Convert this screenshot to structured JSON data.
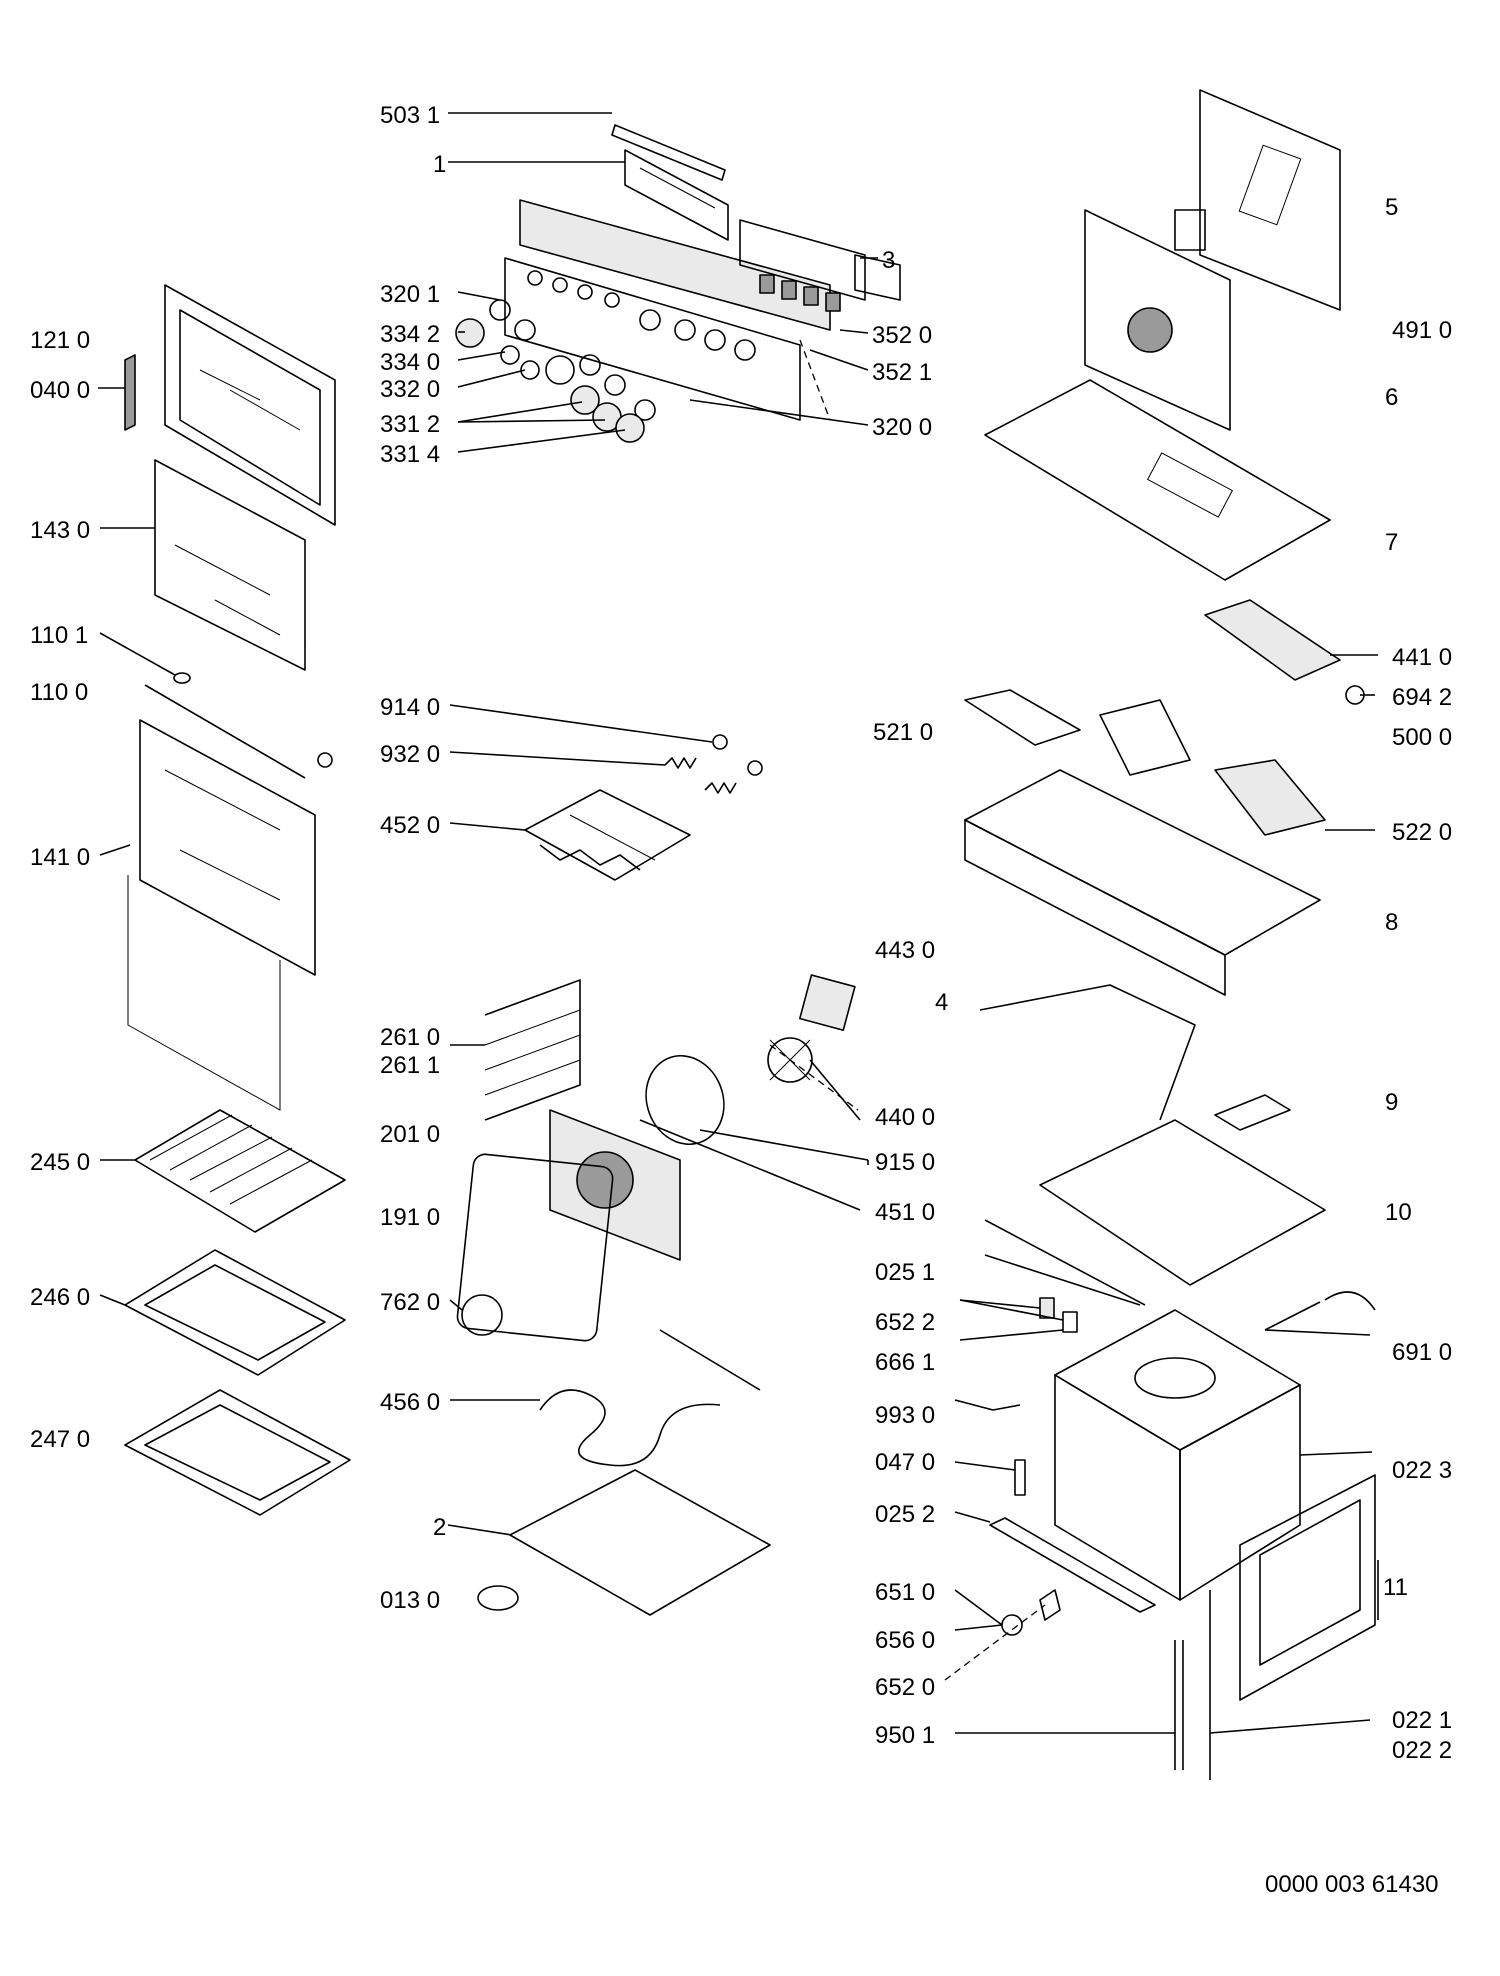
{
  "diagram": {
    "labels": {
      "l_503_1": "503 1",
      "l_1": "1",
      "l_3": "3",
      "l_320_1": "320 1",
      "l_334_2": "334 2",
      "l_334_0": "334 0",
      "l_332_0": "332 0",
      "l_331_2": "331 2",
      "l_331_4": "331 4",
      "l_352_0": "352 0",
      "l_352_1": "352 1",
      "l_320_0": "320 0",
      "l_121_0": "121 0",
      "l_040_0": "040 0",
      "l_143_0": "143 0",
      "l_110_1": "110 1",
      "l_110_0": "110 0",
      "l_141_0": "141 0",
      "l_245_0": "245 0",
      "l_246_0": "246 0",
      "l_247_0": "247 0",
      "l_914_0": "914 0",
      "l_932_0": "932 0",
      "l_452_0": "452 0",
      "l_261_0": "261 0",
      "l_261_1": "261 1",
      "l_201_0": "201 0",
      "l_191_0": "191 0",
      "l_762_0": "762 0",
      "l_456_0": "456 0",
      "l_2": "2",
      "l_013_0": "013 0",
      "l_443_0": "443 0",
      "l_440_0": "440 0",
      "l_915_0": "915 0",
      "l_451_0": "451 0",
      "l_5": "5",
      "l_491_0": "491 0",
      "l_6": "6",
      "l_7": "7",
      "l_441_0": "441 0",
      "l_694_2": "694 2",
      "l_500_0": "500 0",
      "l_521_0": "521 0",
      "l_522_0": "522 0",
      "l_8": "8",
      "l_4": "4",
      "l_9": "9",
      "l_10": "10",
      "l_025_1": "025 1",
      "l_652_2": "652 2",
      "l_666_1": "666 1",
      "l_691_0": "691 0",
      "l_993_0": "993 0",
      "l_047_0": "047 0",
      "l_022_3": "022 3",
      "l_025_2": "025 2",
      "l_11": "11",
      "l_651_0": "651 0",
      "l_656_0": "656 0",
      "l_652_0": "652 0",
      "l_950_1": "950 1",
      "l_022_1": "022 1",
      "l_022_2": "022 2"
    },
    "doc_number": "0000 003 61430"
  }
}
